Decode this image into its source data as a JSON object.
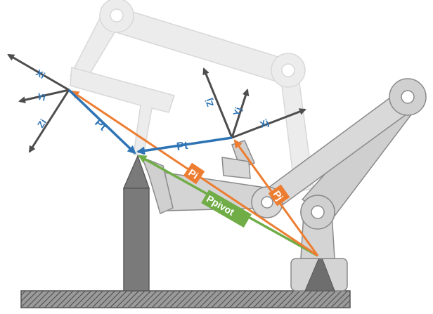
{
  "colors": {
    "ghost_fill": "#ececec",
    "ghost_stroke": "#d0d0d0",
    "robot_fill": "#cfcfcf",
    "robot_stroke": "#8a8a8a",
    "pointer_fill": "#7a7a7a",
    "ground_fill": "#7f7f7f",
    "axis_color": "#4d4d4d",
    "axis_label_color": "#2e74b5",
    "pt_color": "#2e74b5",
    "pi_color": "#ed7d31",
    "ppivot_color": "#70ad47"
  },
  "frames": {
    "i": {
      "x_label": "Xi",
      "y_label": "Yi",
      "z_label": "Zi"
    },
    "j": {
      "x_label": "Xj",
      "y_label": "Yj",
      "z_label": "Zj"
    }
  },
  "vectors": {
    "pt_from_frame_i": "Pt",
    "pt_from_frame_j": "Pt",
    "pi": "Pi",
    "pj": "Pj",
    "ppivot": "Ppivot"
  }
}
